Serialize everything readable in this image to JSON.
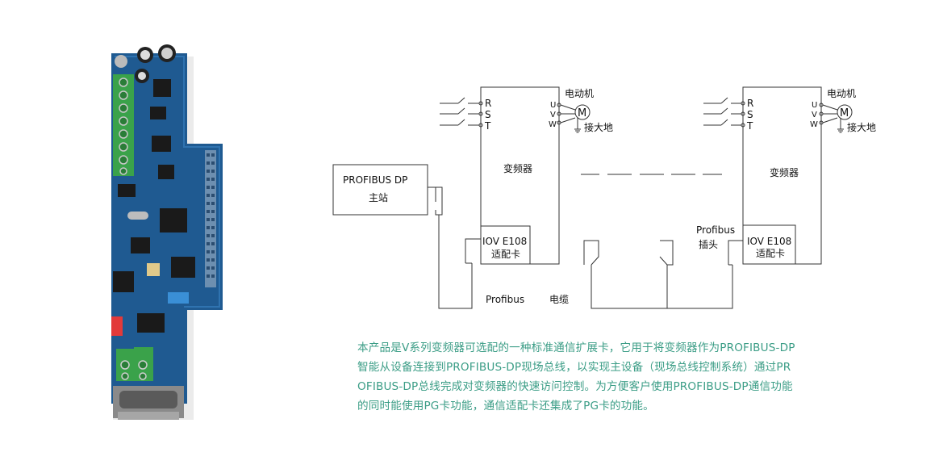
{
  "diagram": {
    "left_motor_label": "电动机",
    "right_motor_label": "电动机",
    "phase_in": [
      "R",
      "S",
      "T"
    ],
    "phase_out": [
      "U",
      "V",
      "W"
    ],
    "motor_symbol": "M",
    "ground_label": "接大地",
    "inverter_label": "变频器",
    "master_title": "PROFIBUS DP",
    "master_subtitle": "主站",
    "adapter_model": "IOV E108",
    "adapter_name": "适配卡",
    "plug_label_1": "Profibus",
    "plug_label_2": "插头",
    "cable_label_1": "Profibus",
    "cable_label_2": "电缆",
    "colors": {
      "line": "#333333",
      "text": "#3b9d86",
      "pcb": "#1f5a91",
      "terminal": "#3aa24a"
    }
  },
  "description": {
    "lines": [
      "本产品是V系列变频器可选配的一种标准通信扩展卡，它用于将变频器作为PROFIBUS-DP",
      "智能从设备连接到PROFIBUS-DP现场总线，以实现主设备（现场总线控制系统）通过PR",
      "OFIBUS-DP总线完成对变频器的快速访问控制。为方便客户使用PROFIBUS-DP通信功能",
      "的同时能使用PG卡功能，通信适配卡还集成了PG卡的功能。"
    ]
  }
}
